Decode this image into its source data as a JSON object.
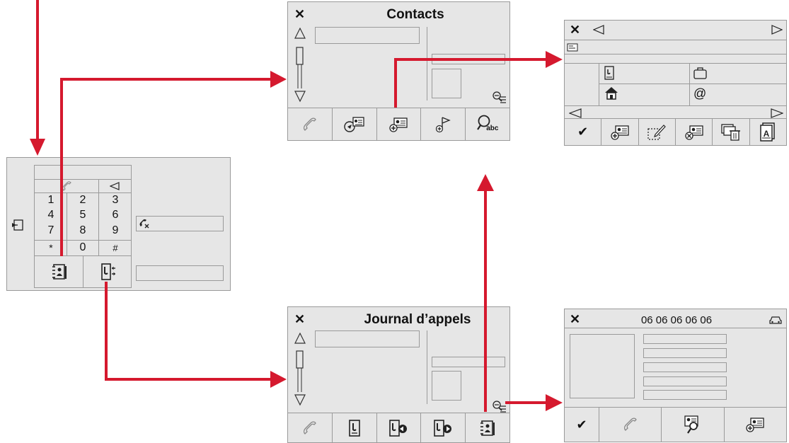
{
  "contacts": {
    "title": "Contacts",
    "toolbar": [
      "phone-icon",
      "contact-navigate-icon",
      "contact-add-icon",
      "flag-add-icon",
      "search-abc-icon"
    ],
    "search_label": "abc"
  },
  "journal": {
    "title": "Journal d’appels",
    "toolbar": [
      "phone-icon",
      "mobile-phone-icon",
      "incoming-call-icon",
      "outgoing-call-icon",
      "contacts-book-icon"
    ]
  },
  "keypad": {
    "keys": [
      "1",
      "2",
      "3",
      "4",
      "5",
      "6",
      "7",
      "8",
      "9",
      "*",
      "0",
      "#"
    ]
  },
  "contact_card": {
    "toolbar": [
      "check-icon",
      "contact-add-icon",
      "edit-icon",
      "contact-delete-icon",
      "delete-all-icon",
      "card-a-icon"
    ],
    "fields": [
      "mobile-phone-icon",
      "briefcase-icon",
      "home-icon",
      "at-icon"
    ],
    "at_symbol": "@"
  },
  "call_detail": {
    "number": "06 06 06 06 06",
    "toolbar": [
      "check-icon",
      "phone-icon",
      "contact-search-icon",
      "contact-add-icon"
    ]
  },
  "colors": {
    "panel_bg": "#e6e6e6",
    "border": "#9a9a9a",
    "arrow": "#d5192e"
  }
}
